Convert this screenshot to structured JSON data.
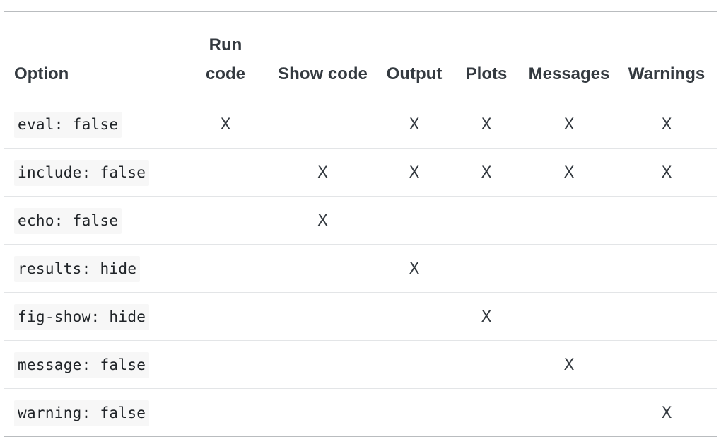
{
  "headers": [
    "Option",
    "Run code",
    "Show code",
    "Output",
    "Plots",
    "Messages",
    "Warnings"
  ],
  "rows": [
    {
      "option": "eval: false",
      "cells": [
        "X",
        "",
        "X",
        "X",
        "X",
        "X"
      ]
    },
    {
      "option": "include: false",
      "cells": [
        "",
        "X",
        "X",
        "X",
        "X",
        "X"
      ]
    },
    {
      "option": "echo: false",
      "cells": [
        "",
        "X",
        "",
        "",
        "",
        ""
      ]
    },
    {
      "option": "results: hide",
      "cells": [
        "",
        "",
        "X",
        "",
        "",
        ""
      ]
    },
    {
      "option": "fig-show: hide",
      "cells": [
        "",
        "",
        "",
        "X",
        "",
        ""
      ]
    },
    {
      "option": "message: false",
      "cells": [
        "",
        "",
        "",
        "",
        "X",
        ""
      ]
    },
    {
      "option": "warning: false",
      "cells": [
        "",
        "",
        "",
        "",
        "",
        "X"
      ]
    }
  ]
}
